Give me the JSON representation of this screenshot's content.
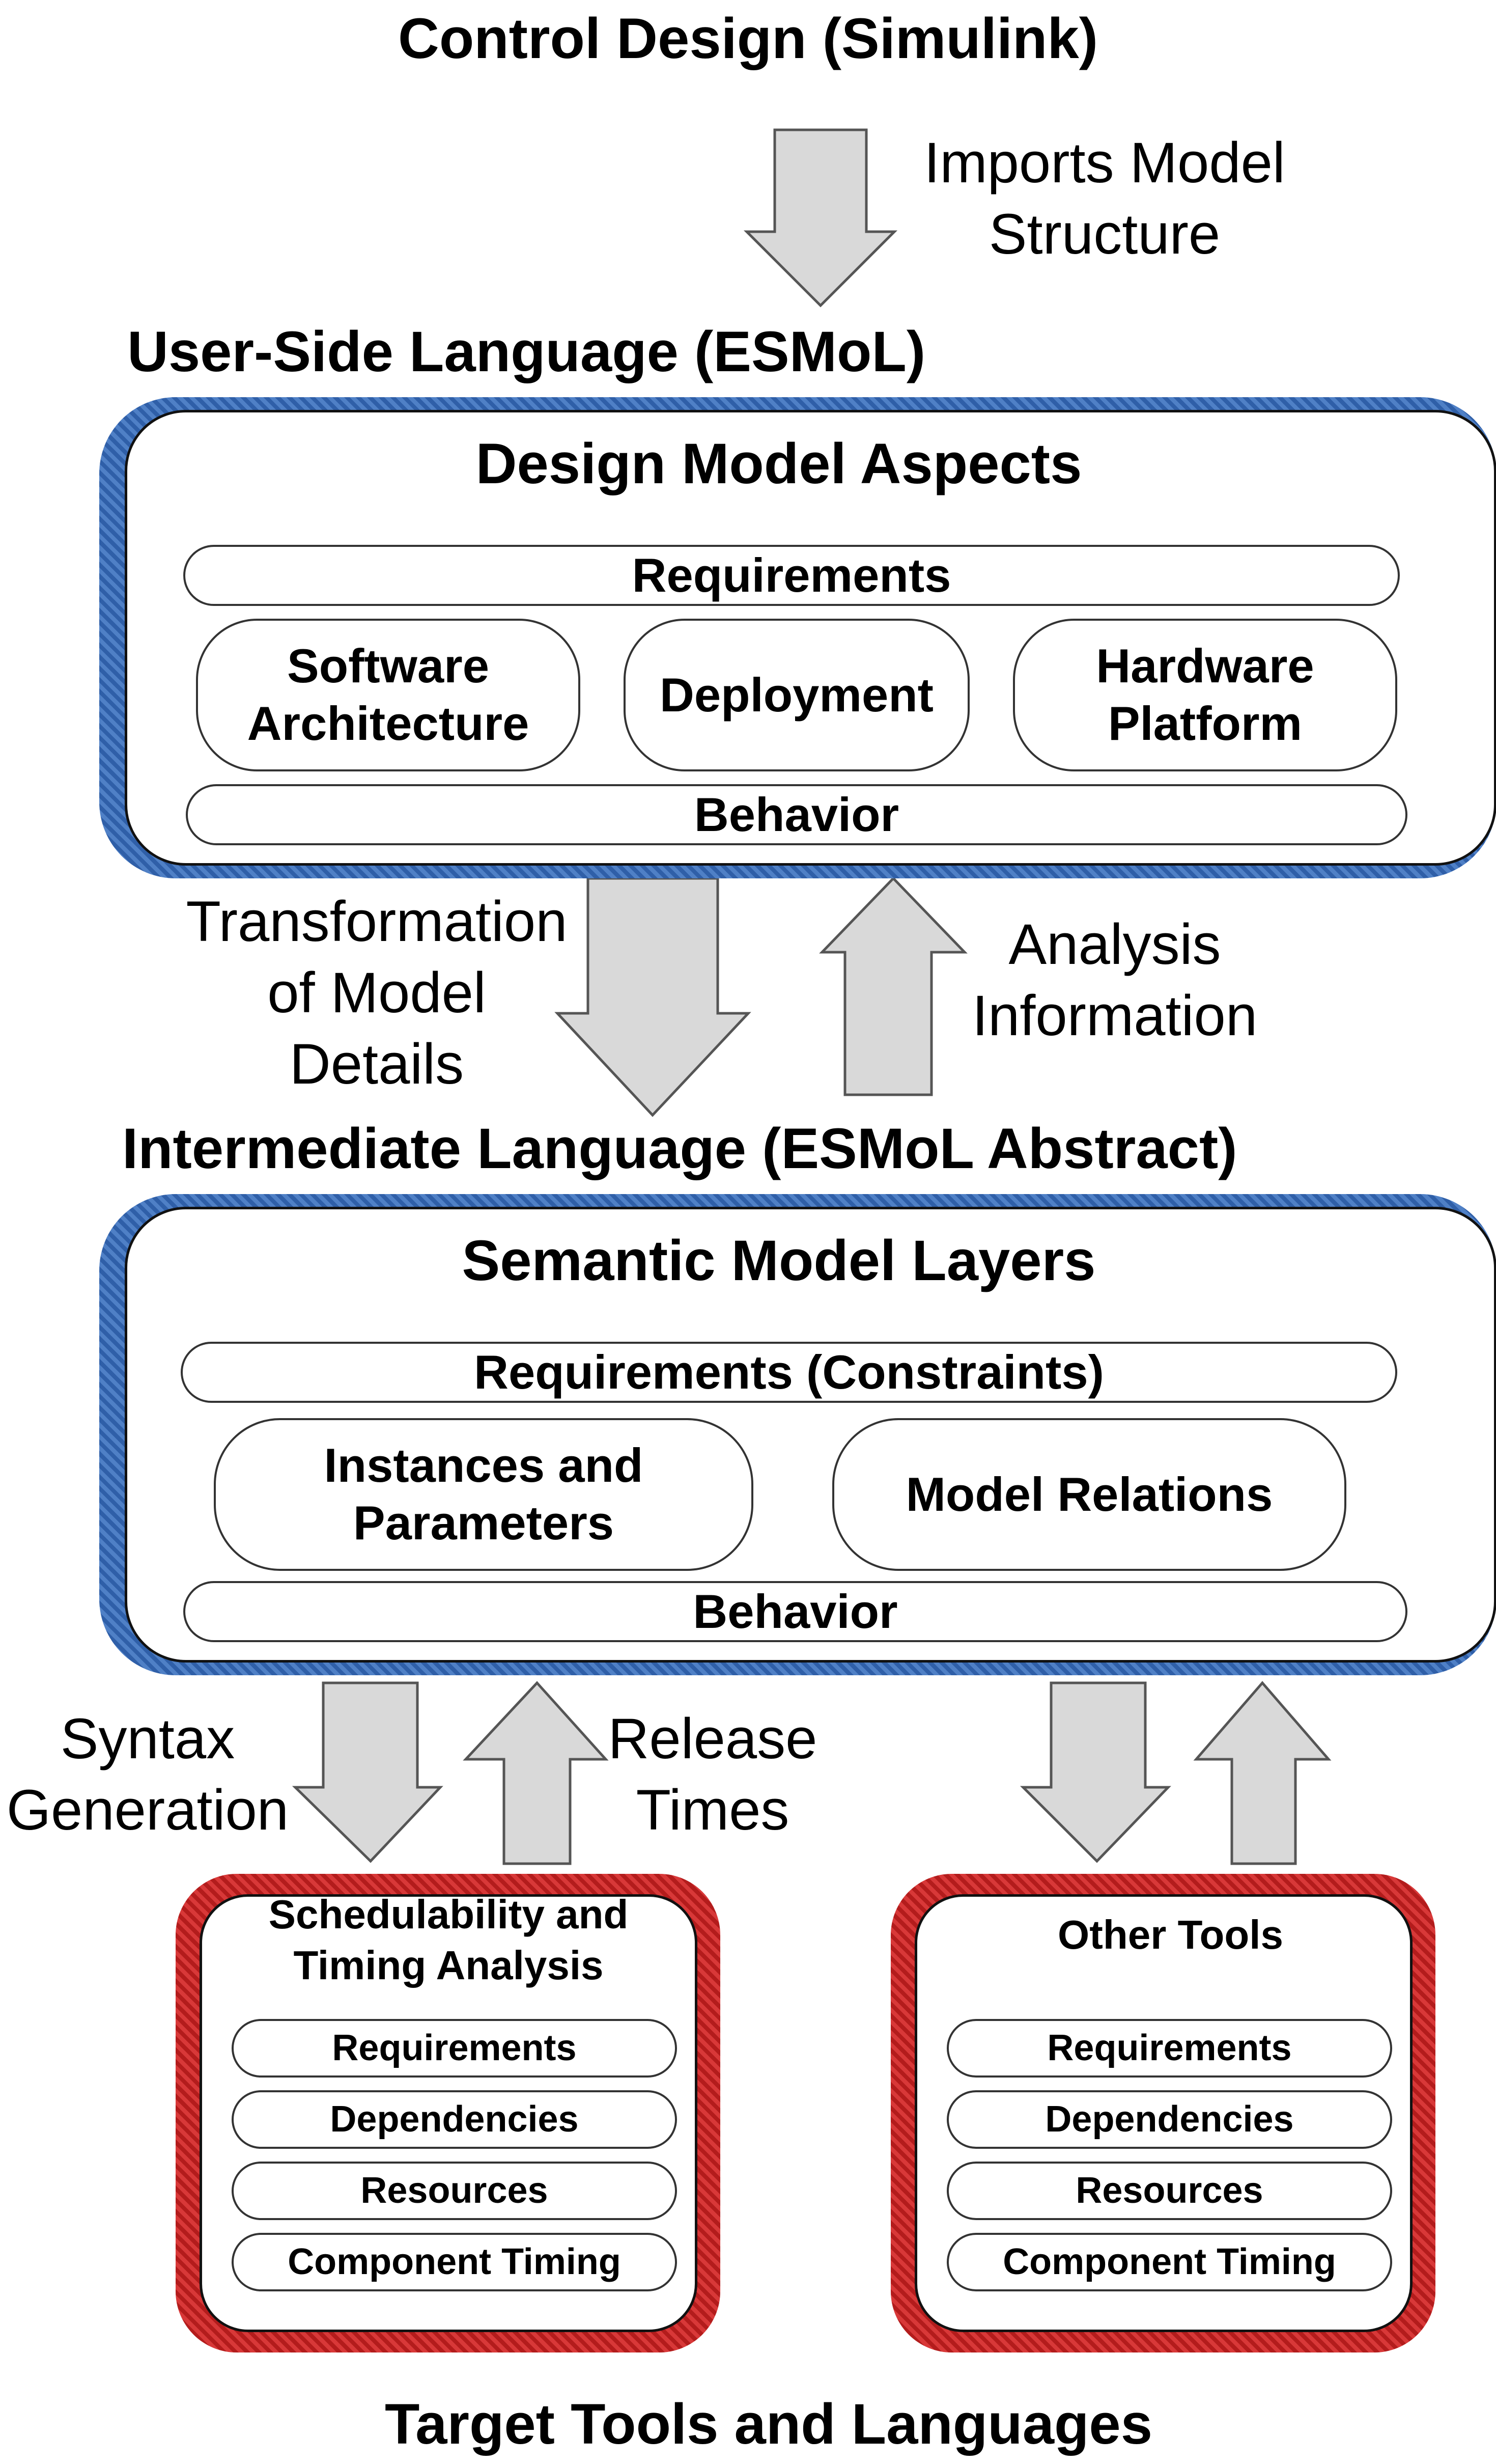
{
  "top": {
    "title": "Control Design (Simulink)",
    "imports_label": "Imports Model\nStructure"
  },
  "user_side": {
    "title": "User-Side Language (ESMoL)",
    "box_title": "Design Model Aspects",
    "requirements": "Requirements",
    "software_architecture": "Software\nArchitecture",
    "deployment": "Deployment",
    "hardware_platform": "Hardware\nPlatform",
    "behavior": "Behavior"
  },
  "transform_label": "Transformation\nof Model\nDetails",
  "analysis_label": "Analysis\nInformation",
  "intermediate": {
    "title": "Intermediate Language (ESMoL Abstract)",
    "box_title": "Semantic Model Layers",
    "requirements": "Requirements (Constraints)",
    "instances": "Instances and\nParameters",
    "relations": "Model Relations",
    "behavior": "Behavior"
  },
  "syntax_label": "Syntax\nGeneration",
  "release_label": "Release\nTimes",
  "sched": {
    "title": "Schedulability and\nTiming Analysis",
    "items": [
      "Requirements",
      "Dependencies",
      "Resources",
      "Component Timing"
    ]
  },
  "other": {
    "title": "Other Tools",
    "items": [
      "Requirements",
      "Dependencies",
      "Resources",
      "Component Timing"
    ]
  },
  "bottom_title": "Target Tools and Languages",
  "colors": {
    "blue_frame": "#2f5fa8",
    "red_frame": "#b31c1c",
    "arrow_fill": "#d9d9d9",
    "arrow_stroke": "#555555"
  }
}
